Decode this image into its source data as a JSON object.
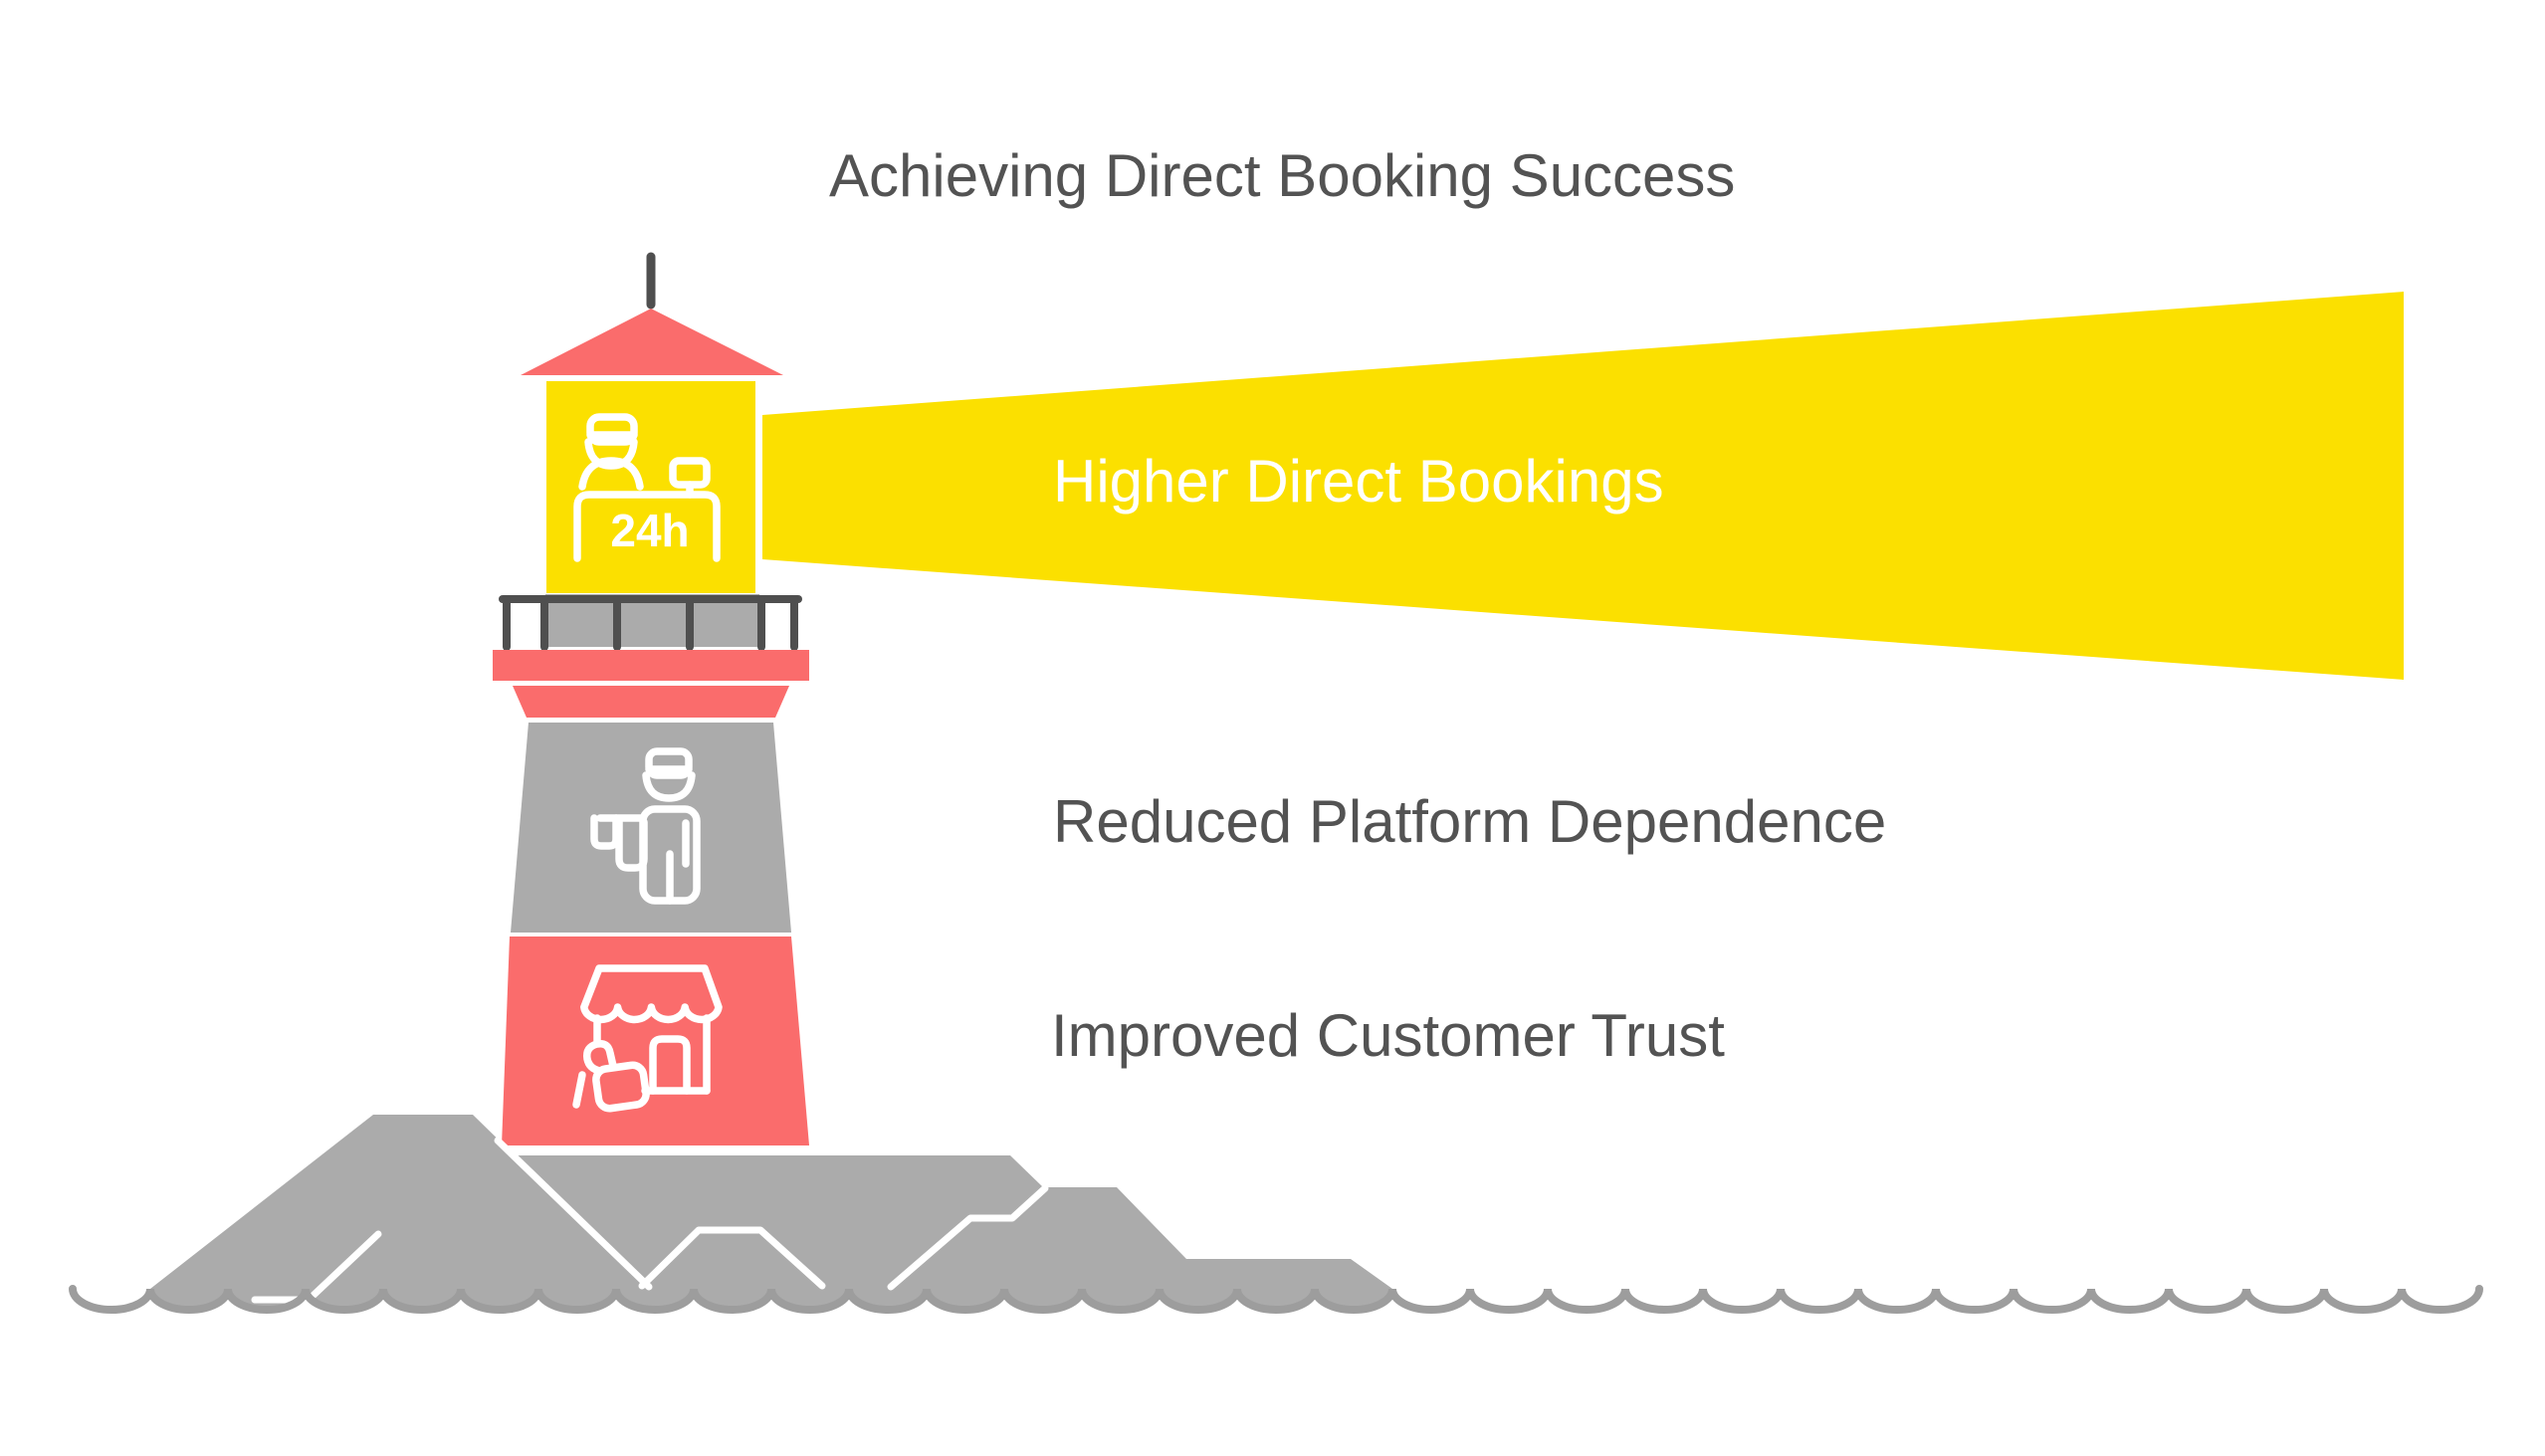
{
  "page": {
    "title": "Achieving Direct Booking Success"
  },
  "beam": {
    "label": "Higher Direct Bookings"
  },
  "benefits": [
    {
      "label": "Reduced Platform Dependence"
    },
    {
      "label": "Improved Customer Trust"
    }
  ],
  "lighthouse": {
    "lantern_sign": "24h",
    "icons": [
      {
        "name": "receptionist-24h-desk-icon",
        "meaning": "24-hour front desk service"
      },
      {
        "name": "bellhop-service-icon",
        "meaning": "personal guest service"
      },
      {
        "name": "storefront-thumbs-up-icon",
        "meaning": "trusted direct shop"
      }
    ]
  },
  "colors": {
    "coral": "#FA6C6C",
    "yellow": "#FBE000",
    "gray": "#ABABAB",
    "dark_gray": "#4F4F4F",
    "wave_gray": "#9D9D9D",
    "text_gray": "#535353",
    "white": "#FFFFFF",
    "background": "#FFFFFF"
  }
}
